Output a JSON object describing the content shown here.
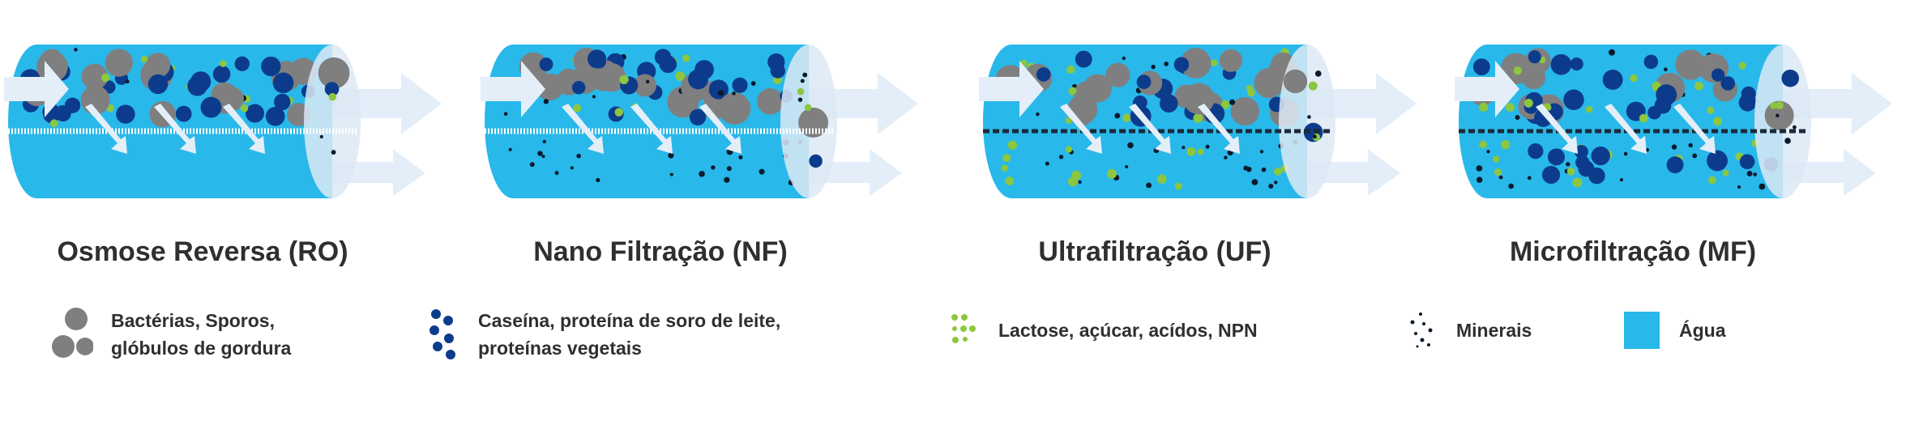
{
  "panels": [
    {
      "title": "Osmose Reversa (RO)",
      "below": []
    },
    {
      "title": "Nano Filtração (NF)",
      "below": [
        "mineral"
      ]
    },
    {
      "title": "Ultrafiltração (UF)",
      "below": [
        "mineral",
        "lactose"
      ]
    },
    {
      "title": "Microfiltração (MF)",
      "below": [
        "mineral",
        "lactose",
        "protein"
      ]
    }
  ],
  "legend": [
    {
      "icon": "bacteria-icon",
      "line1": "Bactérias, Sporos,",
      "line2": "glóbulos de gordura"
    },
    {
      "icon": "protein-icon",
      "line1": "Caseína, proteína de soro de leite,",
      "line2": "proteínas vegetais"
    },
    {
      "icon": "lactose-icon",
      "line1": "Lactose, açúcar, acídos, NPN",
      "line2": ""
    },
    {
      "icon": "minerals-icon",
      "line1": "Minerais",
      "line2": ""
    },
    {
      "icon": "water-icon",
      "line1": "Água",
      "line2": ""
    }
  ],
  "colors": {
    "water": "#29b8ea",
    "bacteria": "#7f7f7f",
    "protein": "#0d3b8c",
    "lactose": "#8dc63f",
    "mineral": "#0a1a2e",
    "arrow": "#e3eef8",
    "end": "#dce9f5"
  }
}
